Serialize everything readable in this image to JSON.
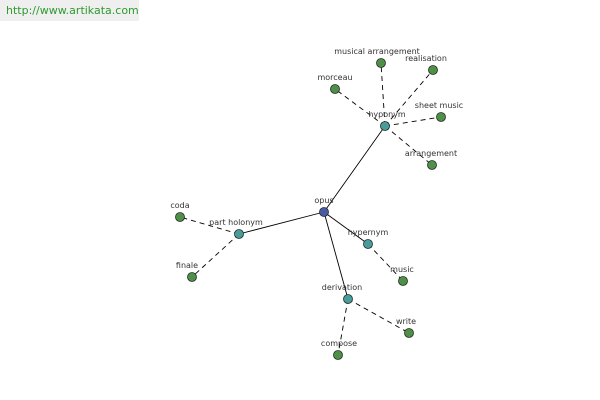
{
  "watermark": "http://www.artikata.com",
  "colors": {
    "root": "#4a5aa6",
    "relation": "#4a9c9c",
    "leaf": "#4f8f4a",
    "edge": "#000000",
    "label": "#333333",
    "watermark_text": "#2f9a2f",
    "watermark_bg": "#efefef"
  },
  "graph": {
    "root": "opus",
    "relations": [
      {
        "id": "rel-hyponym",
        "label": "hyponym",
        "terms": [
          "musical arrangement",
          "realisation",
          "morceau",
          "sheet music",
          "arrangement"
        ]
      },
      {
        "id": "rel-part-holonym",
        "label": "part holonym",
        "terms": [
          "coda",
          "finale"
        ]
      },
      {
        "id": "rel-hypernym",
        "label": "hypernym",
        "terms": [
          "music"
        ]
      },
      {
        "id": "rel-derivation",
        "label": "derivation",
        "terms": [
          "write",
          "compose"
        ]
      }
    ]
  }
}
